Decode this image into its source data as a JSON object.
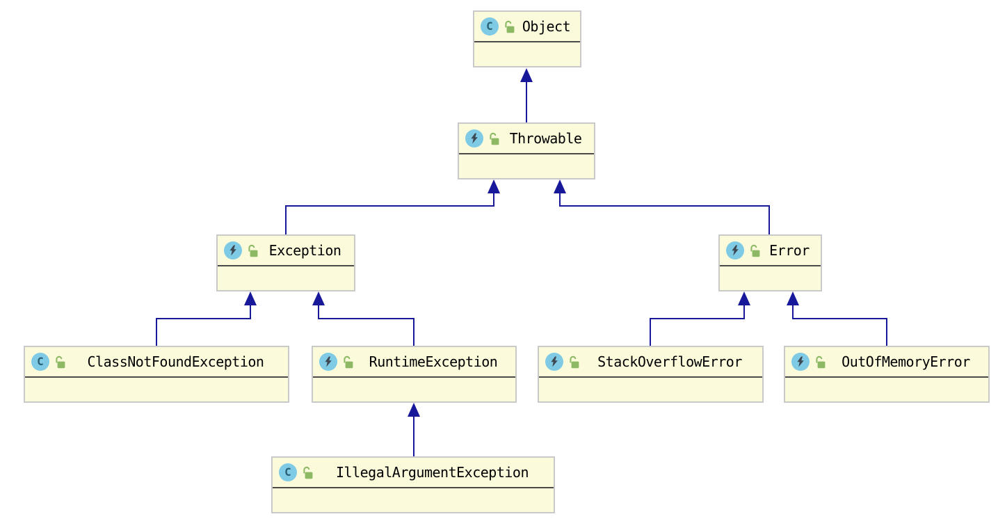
{
  "diagram_type": "uml-class-inheritance-diagram",
  "icons": {
    "class_badge_letter": "C",
    "exception_badge": "lightning-bolt",
    "visibility_icon": "unlocked-padlock"
  },
  "nodes": [
    {
      "id": "object",
      "label": "Object",
      "badge": "class",
      "visibility": "public"
    },
    {
      "id": "throwable",
      "label": "Throwable",
      "badge": "exception",
      "visibility": "public"
    },
    {
      "id": "exception",
      "label": "Exception",
      "badge": "exception",
      "visibility": "public"
    },
    {
      "id": "error",
      "label": "Error",
      "badge": "exception",
      "visibility": "public"
    },
    {
      "id": "class-not-found-exception",
      "label": "ClassNotFoundException",
      "badge": "class",
      "visibility": "public"
    },
    {
      "id": "runtime-exception",
      "label": "RuntimeException",
      "badge": "exception",
      "visibility": "public"
    },
    {
      "id": "stack-overflow-error",
      "label": "StackOverflowError",
      "badge": "exception",
      "visibility": "public"
    },
    {
      "id": "out-of-memory-error",
      "label": "OutOfMemoryError",
      "badge": "exception",
      "visibility": "public"
    },
    {
      "id": "illegal-argument-exception",
      "label": "IllegalArgumentException",
      "badge": "class",
      "visibility": "public"
    }
  ],
  "edges": [
    {
      "from": "Throwable",
      "to": "Object",
      "type": "extends"
    },
    {
      "from": "Exception",
      "to": "Throwable",
      "type": "extends"
    },
    {
      "from": "Error",
      "to": "Throwable",
      "type": "extends"
    },
    {
      "from": "ClassNotFoundException",
      "to": "Exception",
      "type": "extends"
    },
    {
      "from": "RuntimeException",
      "to": "Exception",
      "type": "extends"
    },
    {
      "from": "StackOverflowError",
      "to": "Error",
      "type": "extends"
    },
    {
      "from": "OutOfMemoryError",
      "to": "Error",
      "type": "extends"
    },
    {
      "from": "IllegalArgumentException",
      "to": "RuntimeException",
      "type": "extends"
    }
  ],
  "colors": {
    "background": "#FFFFFF",
    "node_fill": "#FBFBDC",
    "node_border": "#C9C9C9",
    "title_divider": "#4A4A4A",
    "edge": "#18189B",
    "badge_circle": "#7FCBE5",
    "badge_letter": "#2A6073",
    "lightning_bolt": "#3E4852",
    "lock_green": "#8DB964",
    "label_text": "#000000"
  }
}
